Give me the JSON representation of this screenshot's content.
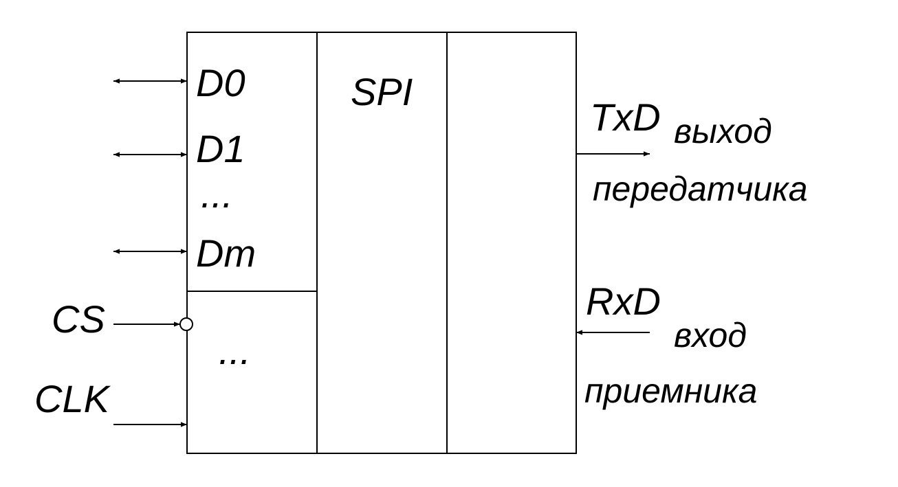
{
  "block": {
    "title": "SPI",
    "data_pins": [
      "D0",
      "D1",
      "...",
      "Dm"
    ],
    "control_ellipsis": "...",
    "cs": "CS",
    "clk": "CLK"
  },
  "tx": {
    "pin": "TxD",
    "desc_line1": "выход",
    "desc_line2": "передатчика"
  },
  "rx": {
    "pin": "RxD",
    "desc_line1": "вход",
    "desc_line2": "приемника"
  }
}
